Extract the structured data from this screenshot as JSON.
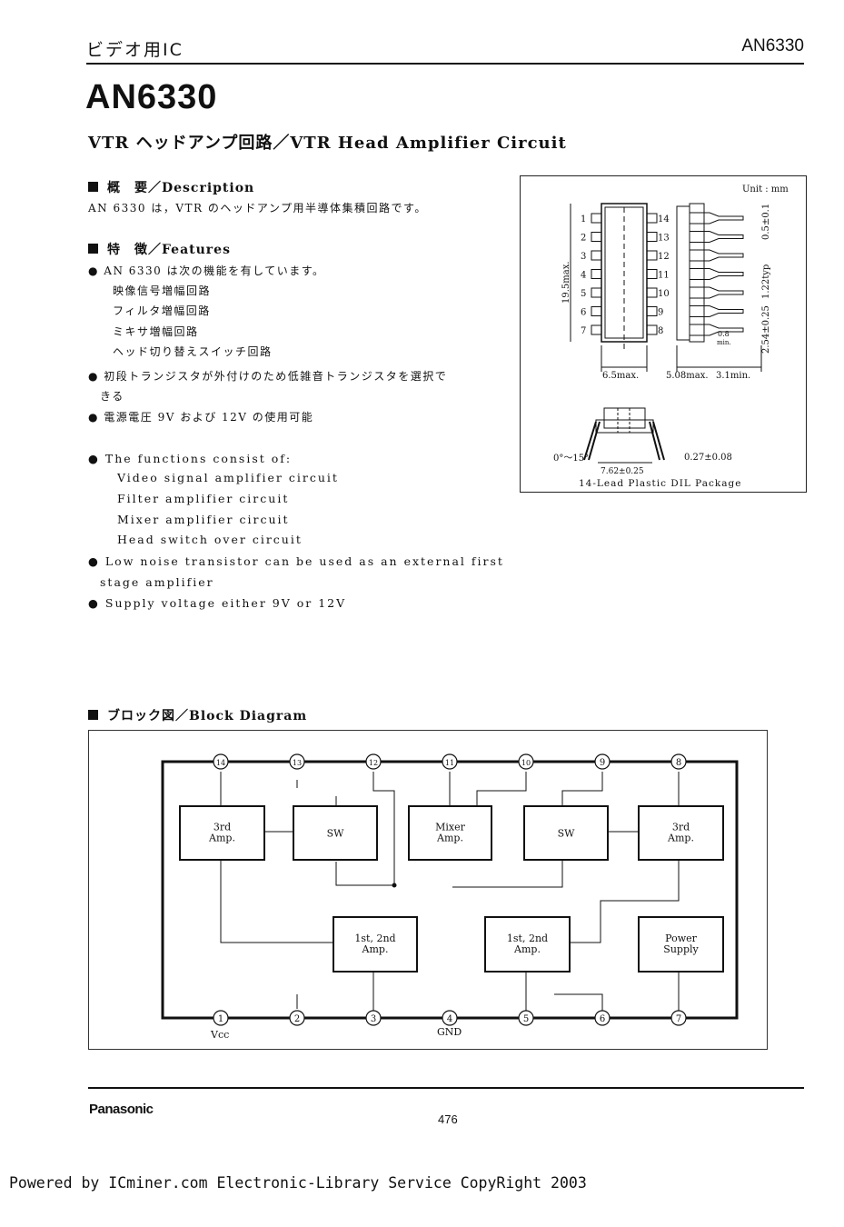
{
  "header": {
    "category": "ビデオ用IC",
    "part_number": "AN6330"
  },
  "title": "AN6330",
  "subtitle": "VTR ヘッドアンプ回路／VTR Head Amplifier Circuit",
  "description": {
    "heading": "概　要／Description",
    "text": "AN 6330 は，VTR のヘッドアンプ用半導体集積回路です。"
  },
  "features": {
    "heading": "特　徴／Features",
    "jp": [
      "● AN 6330 は次の機能を有しています。",
      "映像信号増幅回路",
      "フィルタ増幅回路",
      "ミキサ増幅回路",
      "ヘッド切り替えスイッチ回路",
      "● 初段トランジスタが外付けのため低雑音トランジスタを選択で",
      "きる",
      "● 電源電圧 9V および 12V の使用可能"
    ],
    "en": [
      "● The functions consist of:",
      "Video signal amplifier circuit",
      "Filter amplifier circuit",
      "Mixer amplifier circuit",
      "Head switch over circuit",
      "● Low noise transistor can be used as an external first",
      "stage amplifier",
      "● Supply voltage either 9V or 12V"
    ]
  },
  "package": {
    "unit": "Unit : mm",
    "left_pins": [
      "1",
      "2",
      "3",
      "4",
      "5",
      "6",
      "7"
    ],
    "right_pins": [
      "14",
      "13",
      "12",
      "11",
      "10",
      "9",
      "8"
    ],
    "dim_length": "19.5max.",
    "dim_width": "6.5max.",
    "dim_height": "5.08max.",
    "dim_lead_len": "3.1min.",
    "dim_lead_w": "0.5±0.1",
    "dim_lead_typ": "1.22typ",
    "dim_pitch": "2.54±0.25",
    "dim_min": "0.8",
    "dim_min2": "min.",
    "dim_angle": "0°～15°",
    "dim_row": "7.62±0.25",
    "dim_thick": "0.27±0.08",
    "caption": "14-Lead Plastic DIL Package"
  },
  "block_diagram": {
    "heading": "ブロック図／Block Diagram",
    "top_pins": [
      "14",
      "13",
      "12",
      "11",
      "10",
      "9",
      "8"
    ],
    "bottom_pins": [
      "1",
      "2",
      "3",
      "4",
      "5",
      "6",
      "7"
    ],
    "vcc_label": "Vcc",
    "gnd_label": "GND",
    "blocks": [
      {
        "l1": "3rd",
        "l2": "Amp."
      },
      {
        "l1": "SW",
        "l2": ""
      },
      {
        "l1": "Mixer",
        "l2": "Amp."
      },
      {
        "l1": "SW",
        "l2": ""
      },
      {
        "l1": "3rd",
        "l2": "Amp."
      },
      {
        "l1": "1st, 2nd",
        "l2": "Amp."
      },
      {
        "l1": "1st, 2nd",
        "l2": "Amp."
      },
      {
        "l1": "Power",
        "l2": "Supply"
      }
    ]
  },
  "footer": {
    "brand": "Panasonic",
    "page": "476",
    "powered": "Powered by ICminer.com Electronic-Library Service CopyRight 2003"
  }
}
